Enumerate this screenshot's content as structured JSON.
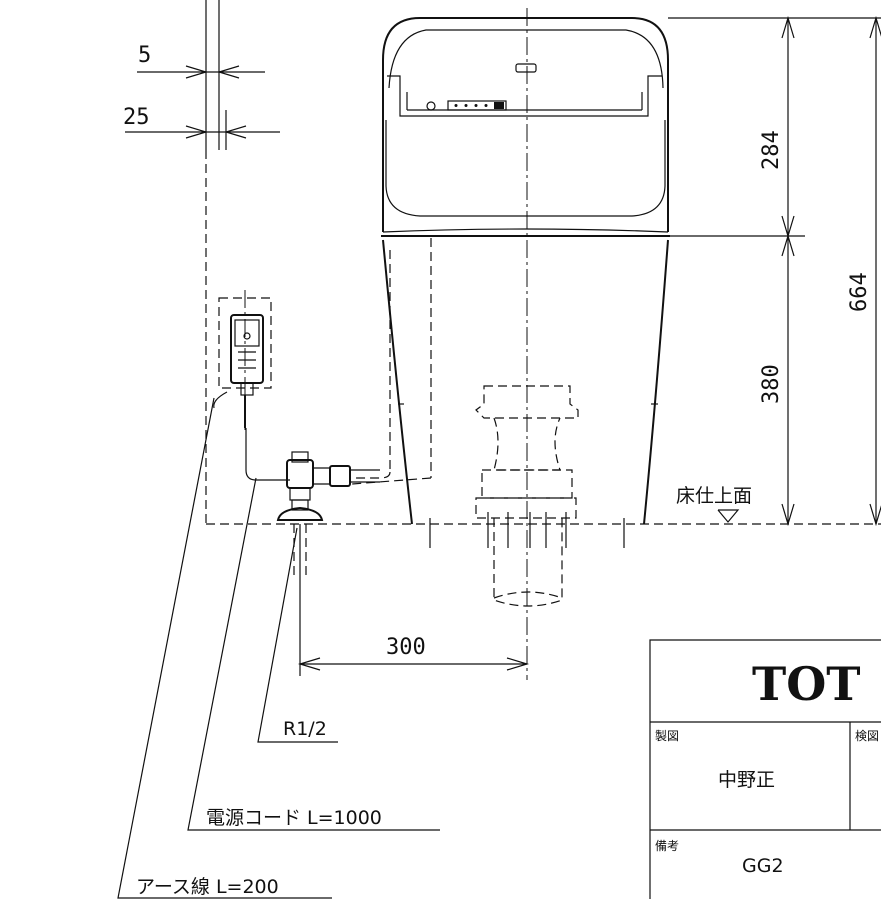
{
  "dimensions": {
    "d5": "5",
    "d25": "25",
    "d284": "284",
    "d664": "664",
    "d380": "380",
    "d300": "300"
  },
  "labels": {
    "floor": "床仕上面",
    "r12": "R1/2",
    "power_cord": "電源コード L=1000",
    "earth_wire": "アース線 L=200"
  },
  "title_block": {
    "brand": "TOT",
    "drawn_label": "製図",
    "drawn_name": "中野正",
    "check_label": "検図",
    "notes_label": "備考",
    "model": "GG2"
  }
}
